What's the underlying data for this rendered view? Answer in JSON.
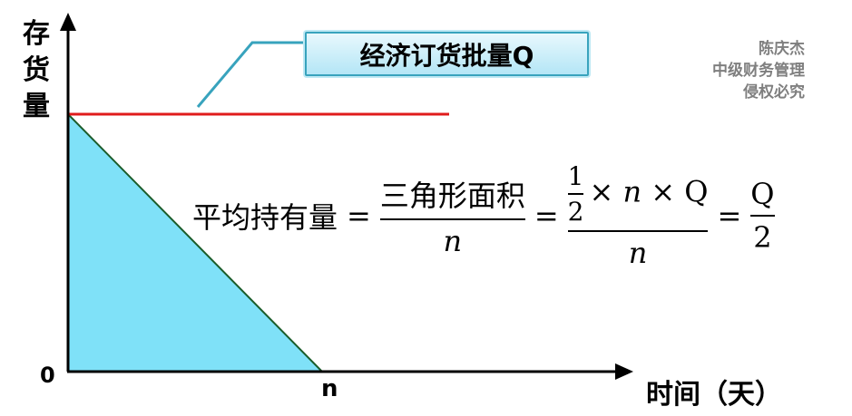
{
  "axes": {
    "y_label_chars": [
      "存",
      "货",
      "量"
    ],
    "x_label": "时间（天）",
    "origin_label": "0",
    "n_label": "n"
  },
  "callout": {
    "text": "经济订货批量Q"
  },
  "watermark": {
    "lines": [
      "陈庆杰",
      "中级财务管理",
      "侵权必究"
    ]
  },
  "formula": {
    "lhs": "平均持有量",
    "eq": "=",
    "f1_num": "三角形面积",
    "f1_den": "n",
    "f2_inner_num": "1",
    "f2_inner_den": "2",
    "f2_times1": "×",
    "f2_n": "n",
    "f2_times2": "×",
    "f2_q": "Q",
    "f2_den": "n",
    "f3_num": "Q",
    "f3_den": "2"
  },
  "colors": {
    "triangle_fill": "#7fe1f8",
    "triangle_edge": "#1a5c2a",
    "q_line": "#e01b1b",
    "axis": "#000000",
    "callout_border": "#38a3bd"
  }
}
